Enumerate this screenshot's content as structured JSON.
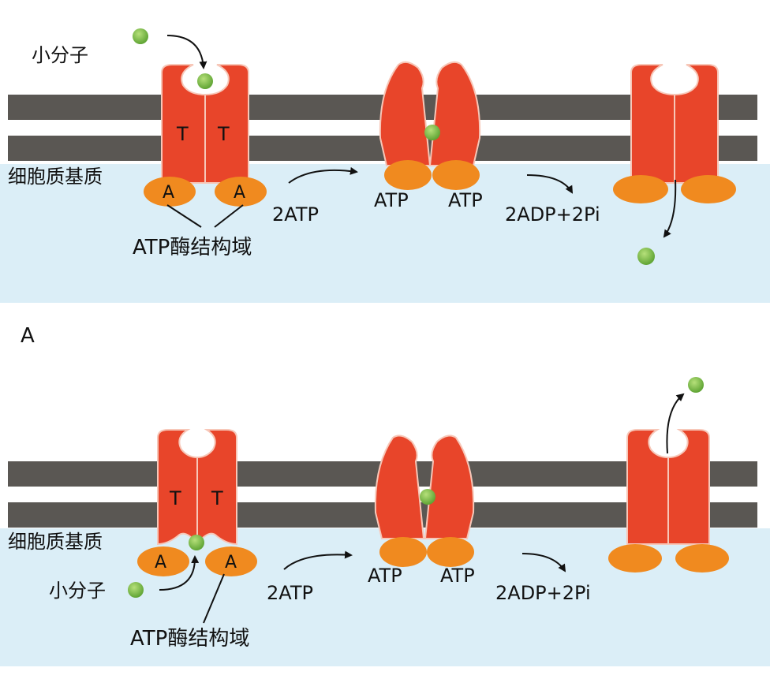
{
  "colors": {
    "membrane": "#5a5753",
    "cytoplasm": "#dbeef7",
    "transporter": "#e8452a",
    "transporter_edge": "#f7c7b8",
    "atpase": "#f08a1f",
    "molecule": "#6fb33e",
    "molecule_highlight": "#a9d86f"
  },
  "panel_a": {
    "small_molecule_label": "小分子",
    "cytoplasm_label": "细胞质基质",
    "t_left": "T",
    "t_right": "T",
    "a_left": "A",
    "a_right": "A",
    "domain_label": "ATP酶结构域",
    "step1_label": "2ATP",
    "bound_left": "ATP",
    "bound_right": "ATP",
    "step2_label": "2ADP+2Pi",
    "panel_label": "A"
  },
  "panel_b": {
    "small_molecule_label": "小分子",
    "cytoplasm_label": "细胞质基质",
    "t_left": "T",
    "t_right": "T",
    "a_left": "A",
    "a_right": "A",
    "domain_label": "ATP酶结构域",
    "step1_label": "2ATP",
    "bound_left": "ATP",
    "bound_right": "ATP",
    "step2_label": "2ADP+2Pi"
  },
  "icons": {
    "molecule": "green-ball-icon",
    "arrow": "curved-arrow-icon"
  }
}
